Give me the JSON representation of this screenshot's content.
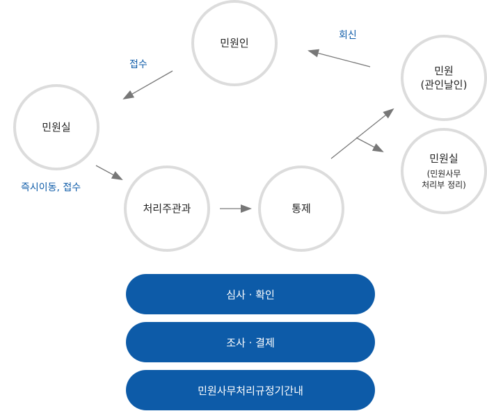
{
  "nodes": {
    "minwonin": {
      "title": "민원인"
    },
    "minwonsil_left": {
      "title": "민원실"
    },
    "cheori": {
      "title": "처리주관과"
    },
    "tongje": {
      "title": "통제"
    },
    "minwon_reply": {
      "title": "민원",
      "subtitle": "(관인날인)"
    },
    "minwonsil_right": {
      "title": "민원실",
      "subtitle": "(민원사무\n처리부 정리)"
    }
  },
  "labels": {
    "reply": "회신",
    "receipt": "접수",
    "immediate_transfer": "즉시이동, 접수"
  },
  "steps": [
    "심사 · 확인",
    "조사 · 결제",
    "민원사무처리규정기간내"
  ],
  "colors": {
    "accent": "#0d5ba8",
    "circle_border": "#dcdcdc",
    "arrow": "#777777"
  }
}
